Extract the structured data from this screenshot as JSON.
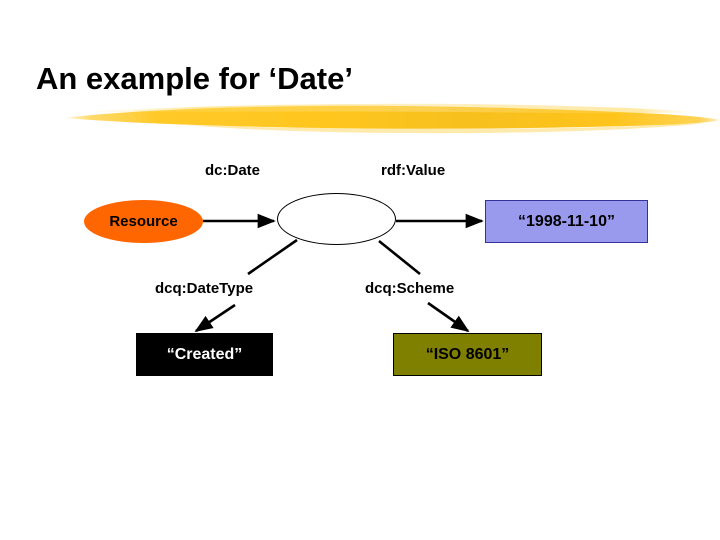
{
  "slide": {
    "title": "An example for ‘Date’",
    "background_color": "#FFFFFF",
    "accent_color": "#F5C022"
  },
  "diagram": {
    "type": "rdf-graph",
    "nodes": [
      {
        "id": "resource",
        "label": "Resource",
        "shape": "ellipse",
        "fill": "#FF6600",
        "text_color": "#000000"
      },
      {
        "id": "blank",
        "label": "",
        "shape": "ellipse",
        "fill": "#FFFFFF",
        "text_color": "#000000"
      },
      {
        "id": "value",
        "label": "“1998-11-10”",
        "shape": "rectangle",
        "fill": "#9999EE",
        "text_color": "#000000"
      },
      {
        "id": "created",
        "label": "“Created”",
        "shape": "rectangle",
        "fill": "#000000",
        "text_color": "#FFFFFF"
      },
      {
        "id": "scheme",
        "label": "“ISO 8601”",
        "shape": "rectangle",
        "fill": "#808000",
        "text_color": "#000000"
      }
    ],
    "edges": [
      {
        "id": "e1",
        "label": "dc:Date",
        "from": "resource",
        "to": "blank"
      },
      {
        "id": "e2",
        "label": "rdf:Value",
        "from": "blank",
        "to": "value"
      },
      {
        "id": "e3",
        "label": "dcq:DateType",
        "from": "blank",
        "to": "created"
      },
      {
        "id": "e4",
        "label": "dcq:Scheme",
        "from": "blank",
        "to": "scheme"
      }
    ]
  }
}
